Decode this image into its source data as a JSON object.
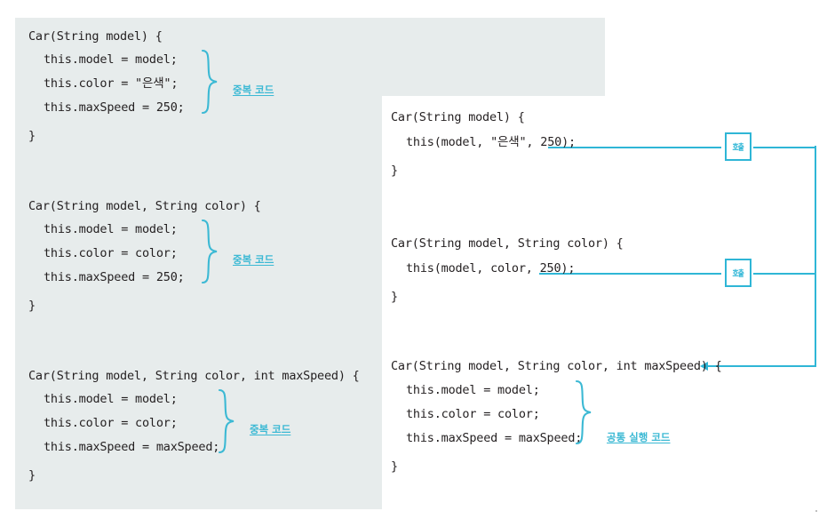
{
  "diagram": {
    "title": "Java constructor overloading vs. constructor chaining",
    "accent_color": "#2fb6d6",
    "panel_bg": "#e7ecec",
    "code_color": "#231f20"
  },
  "left_panel": {
    "label": "duplicated-constructors",
    "blocks": [
      {
        "signature": "Car(String model) {",
        "body": [
          "this.model = model;",
          "this.color = \"은색\";",
          "this.maxSpeed = 250;"
        ],
        "close": "}",
        "annotation": "중복 코드"
      },
      {
        "signature": "Car(String model, String color) {",
        "body": [
          "this.model = model;",
          "this.color = color;",
          "this.maxSpeed = 250;"
        ],
        "close": "}",
        "annotation": "중복 코드"
      },
      {
        "signature": "Car(String model, String color, int maxSpeed) {",
        "body": [
          "this.model = model;",
          "this.color = color;",
          "this.maxSpeed = maxSpeed;"
        ],
        "close": "}",
        "annotation": "중복 코드"
      }
    ]
  },
  "right_panel": {
    "label": "chained-constructors",
    "blocks": [
      {
        "signature": "Car(String model) {",
        "body": [
          "this(model, \"은색\", 250);"
        ],
        "close": "}",
        "call_badge": "호출"
      },
      {
        "signature": "Car(String model, String color) {",
        "body": [
          "this(model, color, 250);"
        ],
        "close": "}",
        "call_badge": "호출"
      },
      {
        "signature": "Car(String model, String color, int maxSpeed) {",
        "body": [
          "this.model = model;",
          "this.color = color;",
          "this.maxSpeed = maxSpeed;"
        ],
        "close": "}",
        "annotation": "공통 실행 코드"
      }
    ]
  }
}
